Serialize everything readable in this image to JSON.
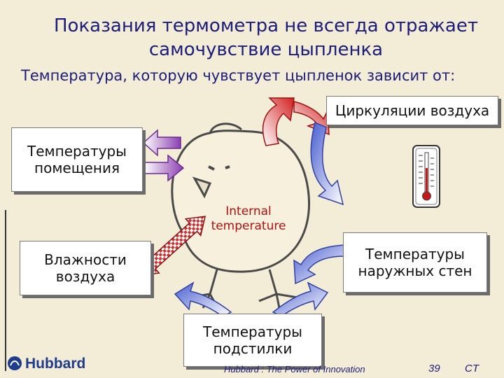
{
  "title": "Показания термометра не всегда отражает самочувствие цыпленка",
  "subtitle": "Температура, которую чувствует цыпленок зависит от:",
  "factors": {
    "air_circulation": "Циркуляции воздуха",
    "room_temperature": "Температуры помещения",
    "humidity": "Влажности воздуха",
    "wall_temperature": "Температуры наружных стен",
    "litter_temperature": "Температуры подстилки"
  },
  "internal_label": "Internal temperature",
  "footer": {
    "logo": "Hubbard",
    "text": "Hubbard : The Power of Innovation",
    "page": "39",
    "author": "CT"
  },
  "colors": {
    "background": "#f3ecd6",
    "title": "#1c1c7a",
    "arrow_red": "#d22020",
    "arrow_blue": "#5b6fd6",
    "arrow_purple": "#8a3fb0"
  },
  "icons": [
    "chick-illustration",
    "thermometer-icon",
    "hubbard-logo-icon"
  ]
}
